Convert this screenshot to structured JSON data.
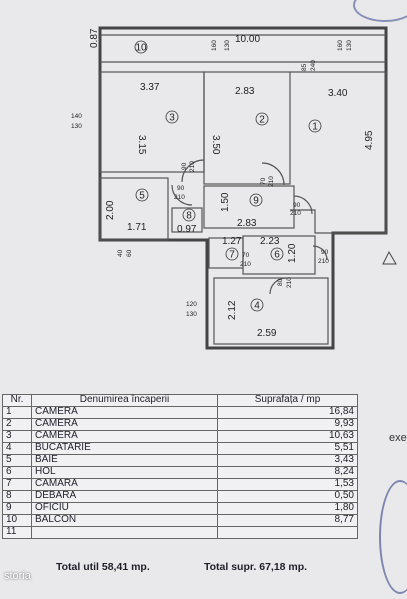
{
  "plan": {
    "dimensions": {
      "total_width": "10.00",
      "top_left": "0.87",
      "room3_w": "3.37",
      "room3_h": "3.15",
      "room2_w": "2.83",
      "room2_h": "3.50",
      "room1_w": "3.40",
      "room1_h": "4.95",
      "room5_h": "2.00",
      "room5_w": "1.71",
      "room8_w": "0.97",
      "room9_h": "1.50",
      "room9_w": "2.83",
      "hall_w": "2.23",
      "room7_w": "1.27",
      "room6_h": "1.20",
      "room4_h": "2.12",
      "room4_w": "2.59"
    },
    "openings": {
      "w1": "160",
      "w1b": "130",
      "w2": "160",
      "w2b": "130",
      "w3": "85",
      "w3b": "240",
      "w4": "140",
      "w4b": "130",
      "d3": "90",
      "d3b": "210",
      "d5": "90",
      "d5b": "210",
      "d2": "70",
      "d2b": "210",
      "d1": "90",
      "d1b": "210",
      "d8": "40",
      "d8b": "60",
      "d7": "70",
      "d7b": "210",
      "d6a": "80",
      "d6ab": "210",
      "d6": "90",
      "d6b": "210",
      "w5": "120",
      "w5b": "130"
    },
    "room_numbers": {
      "r1": "1",
      "r2": "2",
      "r3": "3",
      "r4": "4",
      "r5": "5",
      "r6": "6",
      "r7": "7",
      "r8": "8",
      "r9": "9",
      "r10": "10"
    }
  },
  "legend": {
    "headers": {
      "nr": "Nr.",
      "name": "Denumirea încaperii",
      "area": "Suprafața / mp"
    },
    "rows": [
      {
        "nr": "1",
        "name": "CAMERA",
        "area": "16,84"
      },
      {
        "nr": "2",
        "name": "CAMERA",
        "area": "9,93"
      },
      {
        "nr": "3",
        "name": "CAMERA",
        "area": "10,63"
      },
      {
        "nr": "4",
        "name": "BUCATARIE",
        "area": "5,51"
      },
      {
        "nr": "5",
        "name": "BAIE",
        "area": "3,43"
      },
      {
        "nr": "6",
        "name": "HOL",
        "area": "8,24"
      },
      {
        "nr": "7",
        "name": "CAMARA",
        "area": "1,53"
      },
      {
        "nr": "8",
        "name": "DEBARA",
        "area": "0,50"
      },
      {
        "nr": "9",
        "name": "OFICIU",
        "area": "1,80"
      },
      {
        "nr": "10",
        "name": "BALCON",
        "area": "8,77"
      },
      {
        "nr": "11",
        "name": "",
        "area": ""
      }
    ],
    "total_useful": "Total util 58,41 mp.",
    "total_built": "Total supr. 67,18 mp."
  },
  "watermark": "storia",
  "side_text": "exe"
}
